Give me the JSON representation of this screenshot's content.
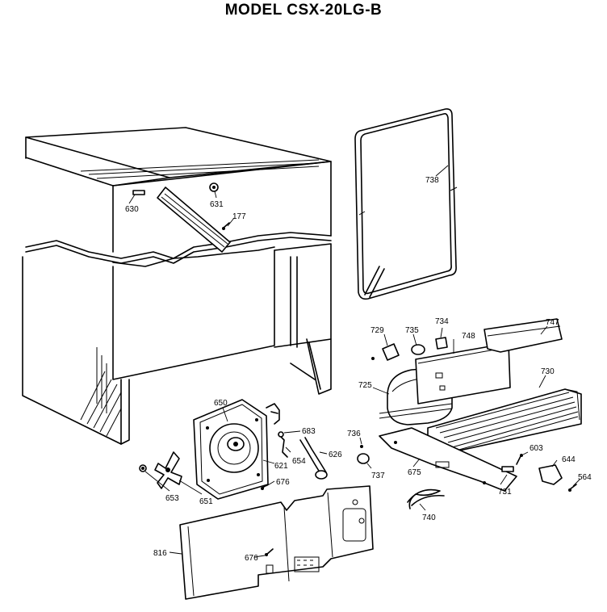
{
  "title": "MODEL CSX-20LG-B",
  "part_labels": {
    "p630": "630",
    "p631": "631",
    "p177": "177",
    "p738": "738",
    "p729": "729",
    "p735": "735",
    "p734": "734",
    "p748": "748",
    "p747": "747",
    "p725": "725",
    "p730": "730",
    "p650": "650",
    "p683": "683",
    "p654": "654",
    "p626": "626",
    "p621": "621",
    "p736": "736",
    "p737": "737",
    "p675": "675",
    "p653": "653",
    "p651": "651",
    "p676a": "676",
    "p603": "603",
    "p644": "644",
    "p564": "564",
    "p731": "731",
    "p740": "740",
    "p816": "816",
    "p676b": "676"
  }
}
